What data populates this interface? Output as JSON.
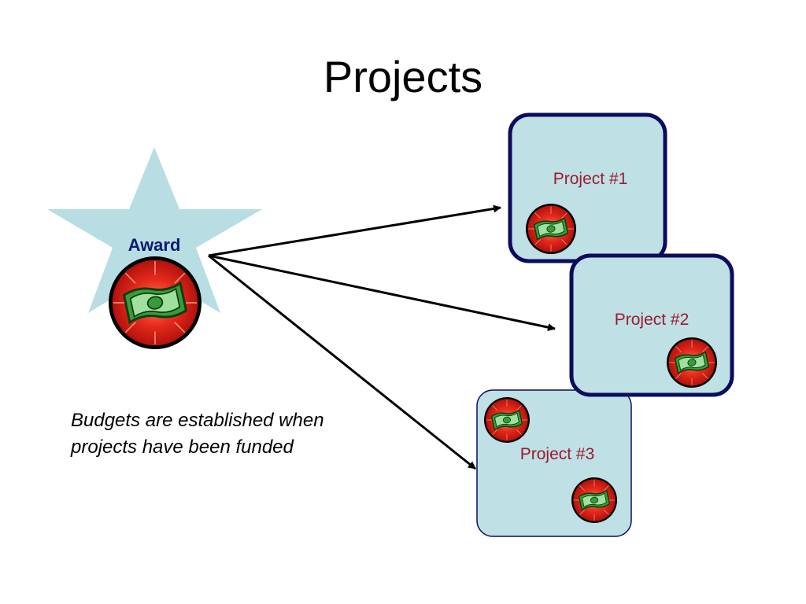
{
  "title": "Projects",
  "award": {
    "label": "Award",
    "icon": "money-icon"
  },
  "projects": [
    {
      "label": "Project #1",
      "money_icons": 1
    },
    {
      "label": "Project #2",
      "money_icons": 1
    },
    {
      "label": "Project #3",
      "money_icons": 2
    }
  ],
  "caption": "Budgets are established when projects have been funded",
  "colors": {
    "box_fill": "#bfe0e4",
    "box_border": "#0c0c5e",
    "star_fill": "#b8dde3",
    "project_text": "#9b1b30",
    "award_text": "#0c1a6e",
    "badge_red": "#e3231b",
    "bill_green": "#3a9b3a"
  }
}
